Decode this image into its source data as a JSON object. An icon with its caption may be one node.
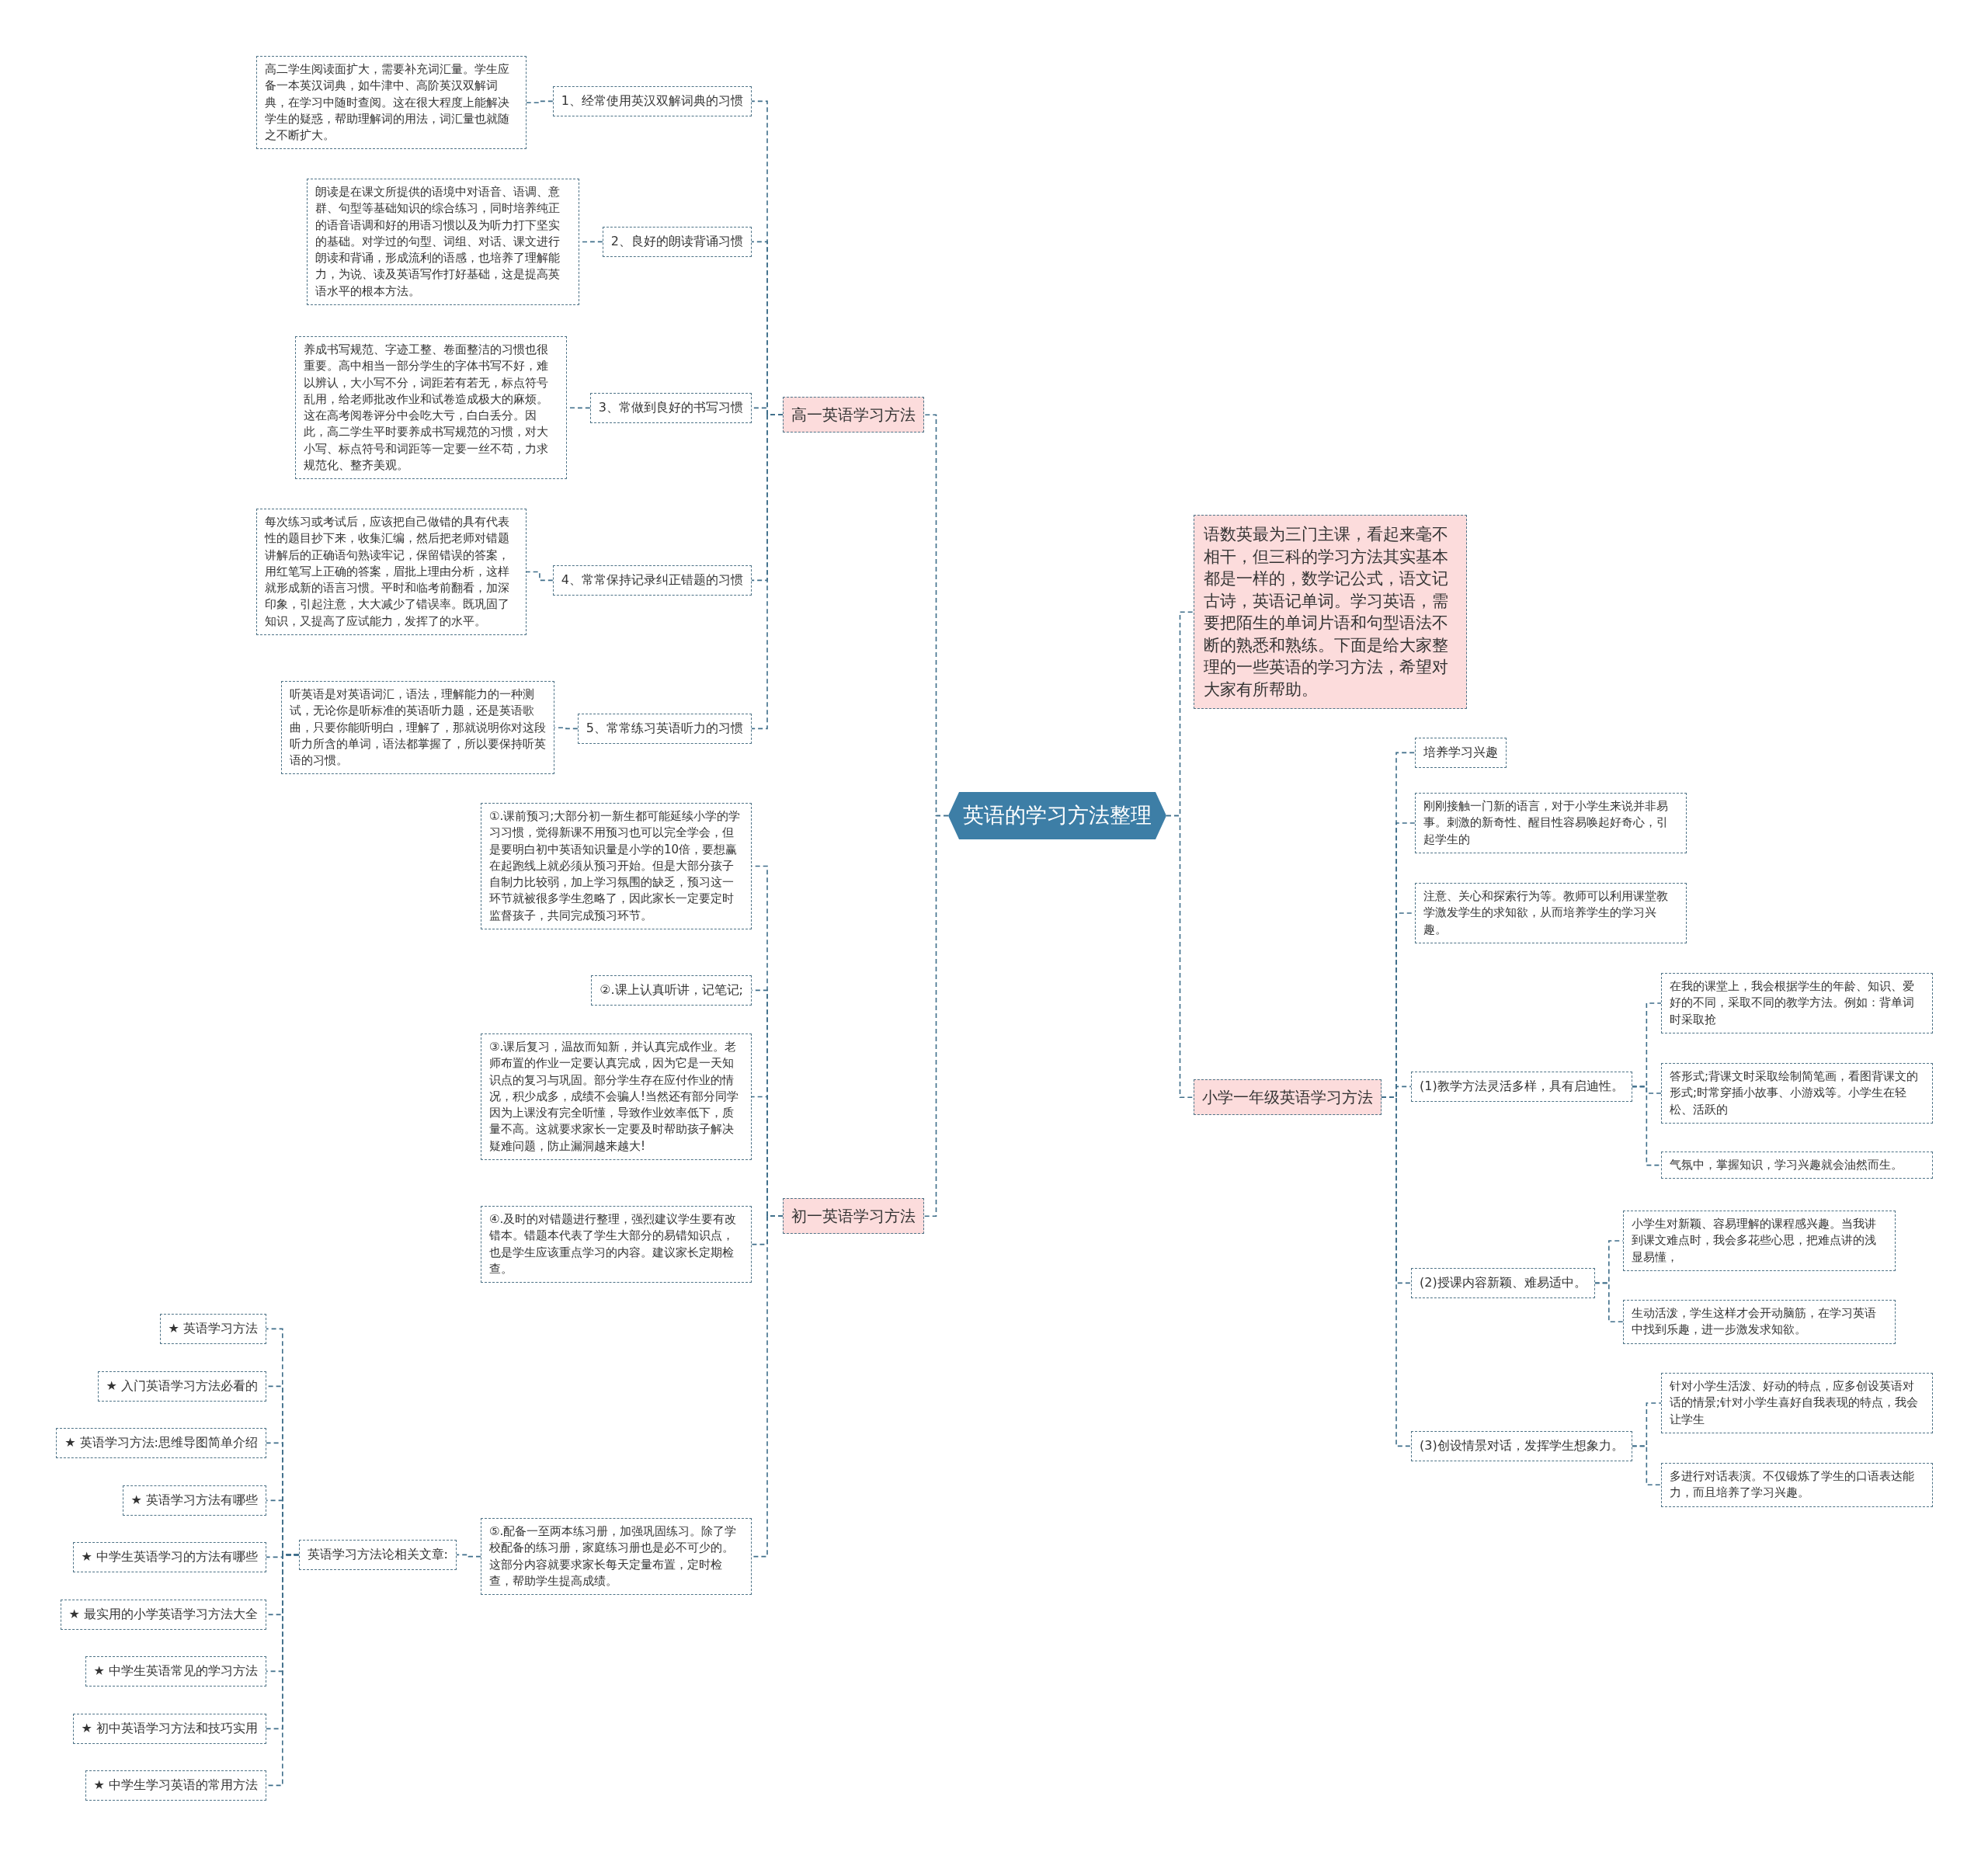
{
  "diagram": {
    "nodes": [
      {
        "text": [
          "英语的学习方法整理"
        ]
      },
      {
        "text": [
          "高一英语学习方法"
        ]
      },
      {
        "text": [
          "1、经常使用英汉双解词典的习惯"
        ]
      },
      {
        "text": [
          "高二学生阅读面扩大，需要补充词汇量。学生应备一本英汉词典，如牛津中、高阶英汉双解词典，在学习中随时查阅。这在很大程度上能解决学生的疑惑，帮助理解词的用法，词汇量也就随之不断扩大。"
        ]
      },
      {
        "text": [
          "2、良好的朗读背诵习惯"
        ]
      },
      {
        "text": [
          "朗读是在课文所提供的语境中对语音、语调、意群、句型等基础知识的综合练习，同时培养纯正的语音语调和好的用语习惯以及为听力打下坚实的基础。对学过的句型、词组、对话、课文进行朗读和背诵，形成流利的语感，也培养了理解能力，为说、读及英语写作打好基础，这是提高英语水平的根本方法。"
        ]
      },
      {
        "text": [
          "3、常做到良好的书写习惯"
        ]
      },
      {
        "text": [
          "养成书写规范、字迹工整、卷面整洁的习惯也很重要。高中相当一部分学生的字体书写不好，难以辨认，大小写不分，词距若有若无，标点符号乱用，给老师批改作业和试卷造成极大的麻烦。这在高考阅卷评分中会吃大亏，白白丢分。因此，高二学生平时要养成书写规范的习惯，对大小写、标点符号和词距等一定要一丝不苟，力求规范化、整齐美观。"
        ]
      },
      {
        "text": [
          "4、常常保持记录纠正错题的习惯"
        ]
      },
      {
        "text": [
          "每次练习或考试后，应该把自己做错的具有代表性的题目抄下来，收集汇编，然后把老师对错题讲解后的正确语句熟读牢记，保留错误的答案，用红笔写上正确的答案，眉批上理由分析，这样就形成新的语言习惯。平时和临考前翻看，加深印象，引起注意，大大减少了错误率。既巩固了知识，又提高了应试能力，发挥了的水平。"
        ]
      },
      {
        "text": [
          "5、常常练习英语听力的习惯"
        ]
      },
      {
        "text": [
          "听英语是对英语词汇，语法，理解能力的一种测试，无论你是听标准的英语听力题，还是英语歌曲，只要你能听明白，理解了，那就说明你对这段听力所含的单词，语法都掌握了，所以要保持听英语的习惯。"
        ]
      },
      {
        "text": [
          "初一英语学习方法"
        ]
      },
      {
        "text": [
          "①.课前预习;大部分初一新生都可能延续小学的学习习惯，觉得新课不用预习也可以完全学会，但是要明白初中英语知识量是小学的10倍，要想赢在起跑线上就必须从预习开始。但是大部分孩子自制力比较弱，加上学习氛围的缺乏，预习这一环节就被很多学生忽略了，因此家长一定要定时监督孩子，共同完成预习环节。"
        ]
      },
      {
        "text": [
          "②.课上认真听讲，记笔记;"
        ]
      },
      {
        "text": [
          "③.课后复习，温故而知新，并认真完成作业。老师布置的作业一定要认真完成，因为它是一天知识点的复习与巩固。部分学生存在应付作业的情况，积少成多，成绩不会骗人!当然还有部分同学因为上课没有完全听懂，导致作业效率低下，质量不高。这就要求家长一定要及时帮助孩子解决疑难问题，防止漏洞越来越大!"
        ]
      },
      {
        "text": [
          "④.及时的对错题进行整理，强烈建议学生要有改错本。错题本代表了学生大部分的易错知识点，也是学生应该重点学习的内容。建议家长定期检查。"
        ]
      },
      {
        "text": [
          "⑤.配备一至两本练习册，加强巩固练习。除了学校配备的练习册，家庭练习册也是必不可少的。这部分内容就要求家长每天定量布置，定时检查，帮助学生提高成绩。"
        ]
      },
      {
        "text": [
          "英语学习方法论相关文章:"
        ]
      },
      {
        "text": [
          "★ 英语学习方法"
        ]
      },
      {
        "text": [
          "★ 入门英语学习方法必看的"
        ]
      },
      {
        "text": [
          "★ 英语学习方法:思维导图简单介绍"
        ]
      },
      {
        "text": [
          "★ 英语学习方法有哪些"
        ]
      },
      {
        "text": [
          "★ 中学生英语学习的方法有哪些"
        ]
      },
      {
        "text": [
          "★ 最实用的小学英语学习方法大全"
        ]
      },
      {
        "text": [
          "★ 中学生英语常见的学习方法"
        ]
      },
      {
        "text": [
          "★ 初中英语学习方法和技巧实用"
        ]
      },
      {
        "text": [
          "★ 中学生学习英语的常用方法"
        ]
      },
      {
        "text": [
          "语数英最为三门主课，看起来毫不相干，但三科的学习方法其实基本都是一样的，数学记公式，语文记古诗，英语记单词。学习英语，需要把陌生的单词片语和句型语法不断的熟悉和熟练。下面是给大家整理的一些英语的学习方法，希望对大家有所帮助。"
        ]
      },
      {
        "text": [
          "小学一年级英语学习方法"
        ]
      },
      {
        "text": [
          "培养学习兴趣"
        ]
      },
      {
        "text": [
          "刚刚接触一门新的语言，对于小学生来说并非易事。刺激的新奇性、醒目性容易唤起好奇心，引起学生的"
        ]
      },
      {
        "text": [
          "注意、关心和探索行为等。教师可以利用课堂教学激发学生的求知欲，从而培养学生的学习兴趣。"
        ]
      },
      {
        "text": [
          "(1)教学方法灵活多样，具有启迪性。"
        ]
      },
      {
        "text": [
          "在我的课堂上，我会根据学生的年龄、知识、爱好的不同，采取不同的教学方法。例如：背单词时采取抢"
        ]
      },
      {
        "text": [
          "答形式;背课文时采取绘制简笔画，看图背课文的形式;时常穿插小故事、小游戏等。小学生在轻松、活跃的"
        ]
      },
      {
        "text": [
          "气氛中，掌握知识，学习兴趣就会油然而生。"
        ]
      },
      {
        "text": [
          "(2)授课内容新颖、难易适中。"
        ]
      },
      {
        "text": [
          "小学生对新颖、容易理解的课程感兴趣。当我讲到课文难点时，我会多花些心思，把难点讲的浅显易懂，"
        ]
      },
      {
        "text": [
          "生动活泼，学生这样才会开动脑筋，在学习英语中找到乐趣，进一步激发求知欲。"
        ]
      },
      {
        "text": [
          "(3)创设情景对话，发挥学生想象力。"
        ]
      },
      {
        "text": [
          "针对小学生活泼、好动的特点，应多创设英语对话的情景;针对小学生喜好自我表现的特点，我会让学生"
        ]
      },
      {
        "text": [
          "多进行对话表演。不仅锻炼了学生的口语表达能力，而且培养了学习兴趣。"
        ]
      }
    ],
    "edges": [
      {
        "from": 0,
        "to": 1,
        "arrow": "none"
      },
      {
        "from": 1,
        "to": 2,
        "arrow": "none"
      },
      {
        "from": 2,
        "to": 3,
        "arrow": "none"
      },
      {
        "from": 1,
        "to": 4,
        "arrow": "none"
      },
      {
        "from": 4,
        "to": 5,
        "arrow": "none"
      },
      {
        "from": 1,
        "to": 6,
        "arrow": "none"
      },
      {
        "from": 6,
        "to": 7,
        "arrow": "none"
      },
      {
        "from": 1,
        "to": 8,
        "arrow": "none"
      },
      {
        "from": 8,
        "to": 9,
        "arrow": "none"
      },
      {
        "from": 1,
        "to": 10,
        "arrow": "none"
      },
      {
        "from": 10,
        "to": 11,
        "arrow": "none"
      },
      {
        "from": 0,
        "to": 12,
        "arrow": "none"
      },
      {
        "from": 12,
        "to": 13,
        "arrow": "none"
      },
      {
        "from": 12,
        "to": 14,
        "arrow": "none"
      },
      {
        "from": 12,
        "to": 15,
        "arrow": "none"
      },
      {
        "from": 12,
        "to": 16,
        "arrow": "none"
      },
      {
        "from": 12,
        "to": 17,
        "arrow": "none"
      },
      {
        "from": 17,
        "to": 18,
        "arrow": "none"
      },
      {
        "from": 18,
        "to": 19,
        "arrow": "none"
      },
      {
        "from": 18,
        "to": 20,
        "arrow": "none"
      },
      {
        "from": 18,
        "to": 21,
        "arrow": "none"
      },
      {
        "from": 18,
        "to": 22,
        "arrow": "none"
      },
      {
        "from": 18,
        "to": 23,
        "arrow": "none"
      },
      {
        "from": 18,
        "to": 24,
        "arrow": "none"
      },
      {
        "from": 18,
        "to": 25,
        "arrow": "none"
      },
      {
        "from": 18,
        "to": 26,
        "arrow": "none"
      },
      {
        "from": 18,
        "to": 27,
        "arrow": "none"
      },
      {
        "from": 0,
        "to": 28,
        "arrow": "none"
      },
      {
        "from": 0,
        "to": 29,
        "arrow": "none"
      },
      {
        "from": 29,
        "to": 30,
        "arrow": "none"
      },
      {
        "from": 29,
        "to": 31,
        "arrow": "none"
      },
      {
        "from": 29,
        "to": 32,
        "arrow": "none"
      },
      {
        "from": 29,
        "to": 33,
        "arrow": "none"
      },
      {
        "from": 33,
        "to": 34,
        "arrow": "none"
      },
      {
        "from": 33,
        "to": 35,
        "arrow": "none"
      },
      {
        "from": 33,
        "to": 36,
        "arrow": "none"
      },
      {
        "from": 29,
        "to": 37,
        "arrow": "none"
      },
      {
        "from": 37,
        "to": 38,
        "arrow": "none"
      },
      {
        "from": 37,
        "to": 39,
        "arrow": "none"
      },
      {
        "from": 29,
        "to": 40,
        "arrow": "none"
      },
      {
        "from": 40,
        "to": 41,
        "arrow": "none"
      },
      {
        "from": 40,
        "to": 42,
        "arrow": "none"
      }
    ]
  }
}
